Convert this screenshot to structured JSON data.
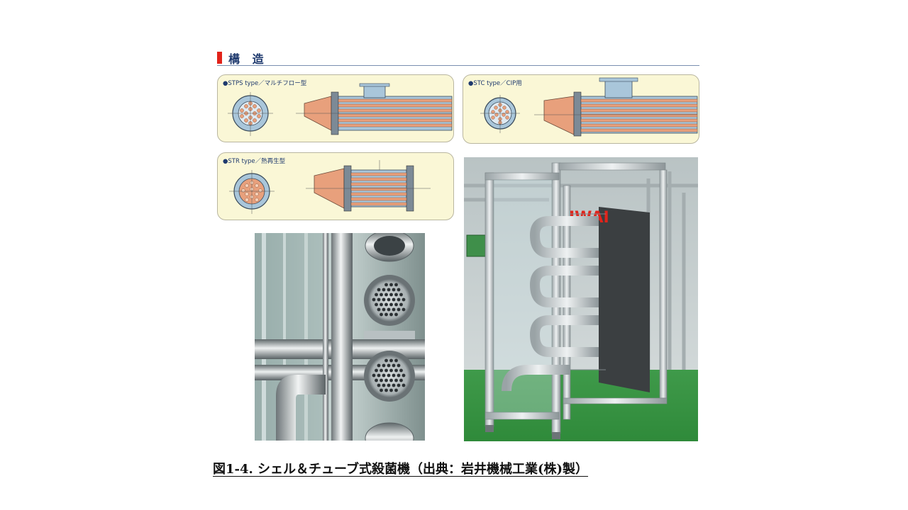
{
  "section": {
    "title": "構 造"
  },
  "panels": {
    "stps": {
      "label": "●STPS type／マルチフロー型"
    },
    "stc": {
      "label": "●STC type／CIP用"
    },
    "str": {
      "label": "●STR type／熱再生型"
    }
  },
  "photos": {
    "closeup": {
      "name": "tube-bundle-closeup"
    },
    "machine": {
      "name": "sterilizer-machine",
      "logo_text": "IWAI"
    }
  },
  "caption": "図1-4. シェル＆チューブ式殺菌機（出典：岩井機械工業(株)製）",
  "colors": {
    "panel_bg": "#faf7d6",
    "tube": "#e8a07c",
    "shell": "#a9c6da",
    "accent_red": "#e2231a",
    "navy": "#1f3a6e"
  }
}
